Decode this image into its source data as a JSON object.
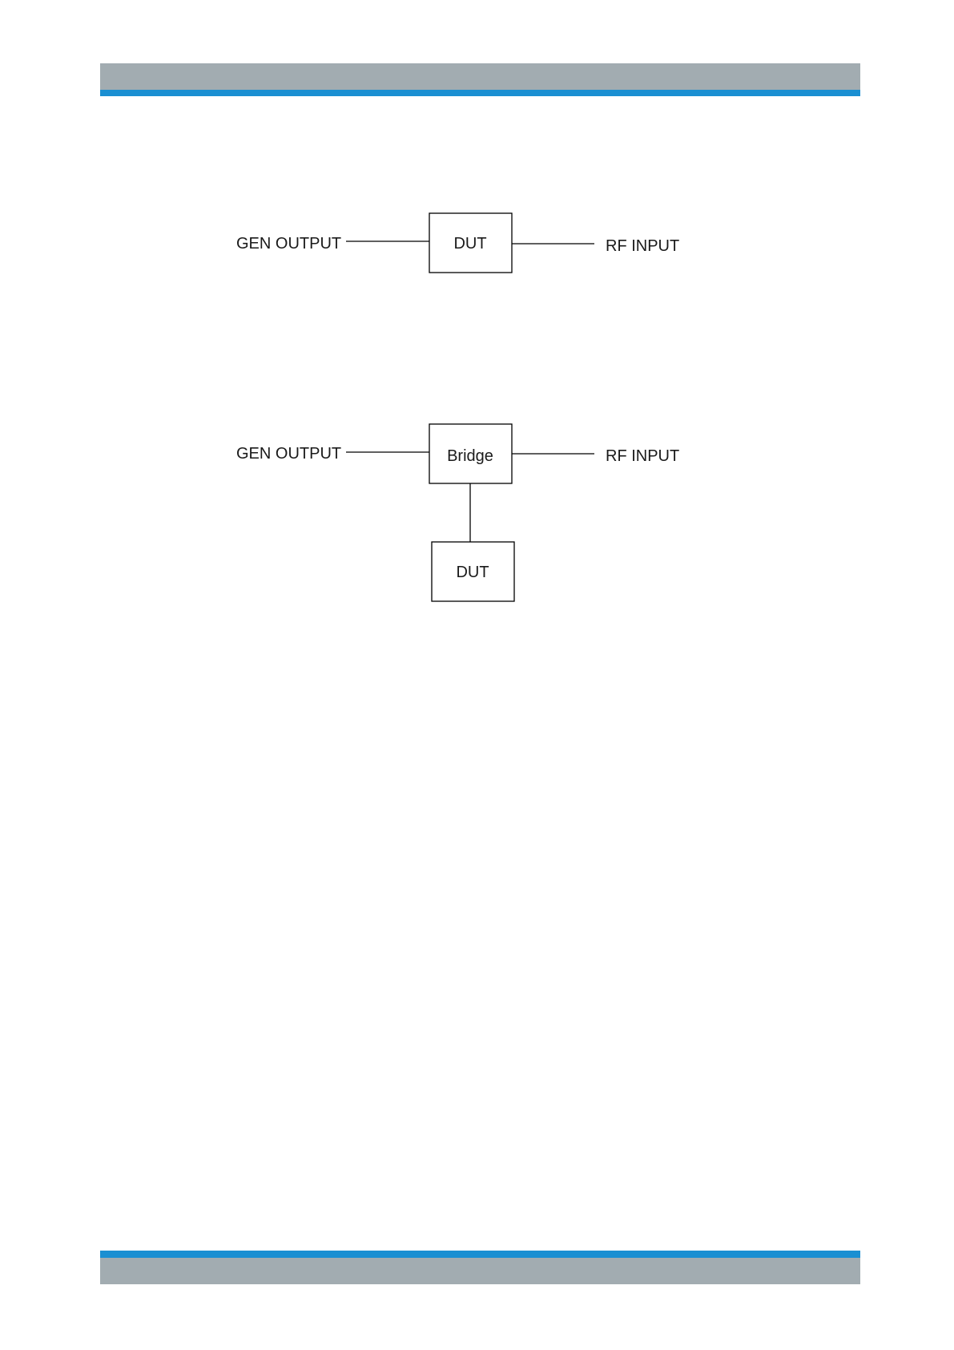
{
  "header": {
    "bar_color": "#a2acb1",
    "accent_color": "#1a8fd2"
  },
  "footer": {
    "bar_color": "#a2acb1",
    "accent_color": "#1a8fd2"
  },
  "diagram_1": {
    "source_label": "GEN OUTPUT",
    "device_label": "DUT",
    "sink_label": "RF INPUT"
  },
  "diagram_2": {
    "source_label": "GEN OUTPUT",
    "bridge_label": "Bridge",
    "device_label": "DUT",
    "sink_label": "RF INPUT"
  }
}
